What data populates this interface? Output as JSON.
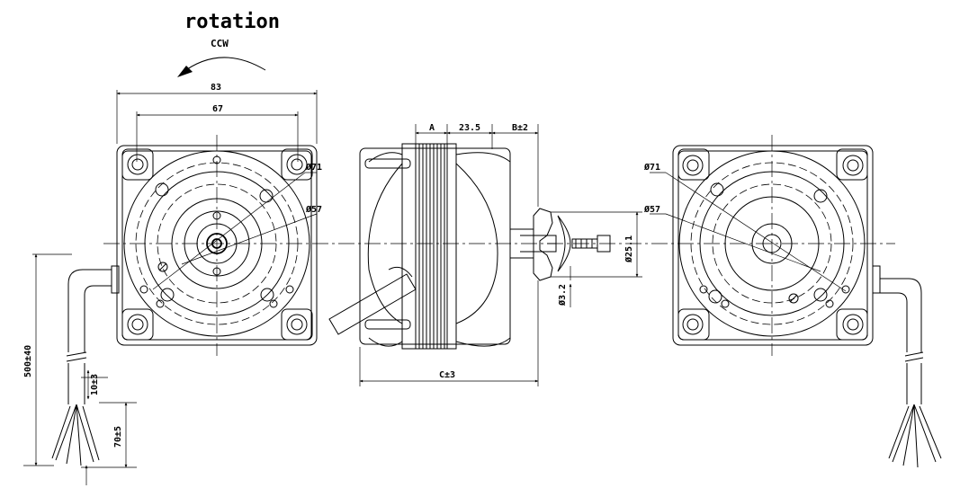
{
  "header": {
    "title": "rotation",
    "direction": "CCW"
  },
  "dimensions": {
    "width_outer": "83",
    "width_holes": "67",
    "dia_71_left": "Ø71",
    "dia_57_left": "Ø57",
    "dia_71_right": "Ø71",
    "dia_57_right": "Ø57",
    "a": "A",
    "offset": "23.5",
    "b": "B±2",
    "c": "C±3",
    "shaft_dia": "Ø25.1",
    "pin_dia": "Ø3.2",
    "cable_length": "500±40",
    "strip_short": "10±3",
    "strip_long": "70±5"
  }
}
